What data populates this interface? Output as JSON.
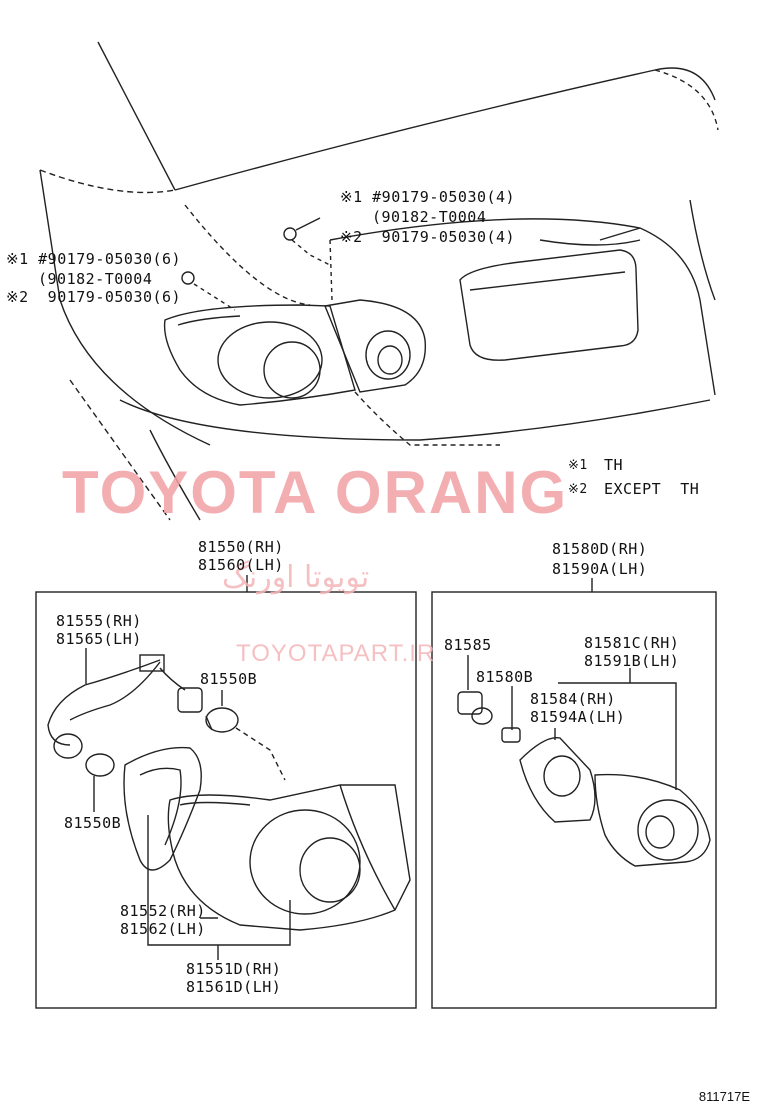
{
  "watermark": {
    "brand": "TOYOTA ORANG",
    "persian": "تویوتا اورنگ",
    "site": "TOYOTAPART.IR"
  },
  "callouts": {
    "top_right": {
      "line1": "※1 #90179-05030(4)",
      "line2": "(90182-T0004",
      "line3": "※2  90179-05030(4)"
    },
    "top_left": {
      "line1": "※1 #90179-05030(6)",
      "line2": "(90182-T0004",
      "line3": "※2  90179-05030(6)"
    }
  },
  "legend": {
    "note1_mark": "※1",
    "note1_text": "TH",
    "note2_mark": "※2",
    "note2_text": "EXCEPT  TH"
  },
  "left_assembly": {
    "header_rh": "81550(RH)",
    "header_lh": "81560(LH)",
    "socket_rh": "81555(RH)",
    "socket_lh": "81565(LH)",
    "bulb_a": "81550B",
    "bulb_b": "81550B",
    "gasket_rh": "81552(RH)",
    "gasket_lh": "81562(LH)",
    "lens_rh": "81551D(RH)",
    "lens_lh": "81561D(LH)"
  },
  "right_assembly": {
    "header_rh": "81580D(RH)",
    "header_lh": "81590A(LH)",
    "socket": "81585",
    "bulb": "81580B",
    "lens_rh": "81581C(RH)",
    "lens_lh": "81591B(LH)",
    "gasket_rh": "81584(RH)",
    "gasket_lh": "81594A(LH)"
  },
  "drawing_code": "811717E"
}
